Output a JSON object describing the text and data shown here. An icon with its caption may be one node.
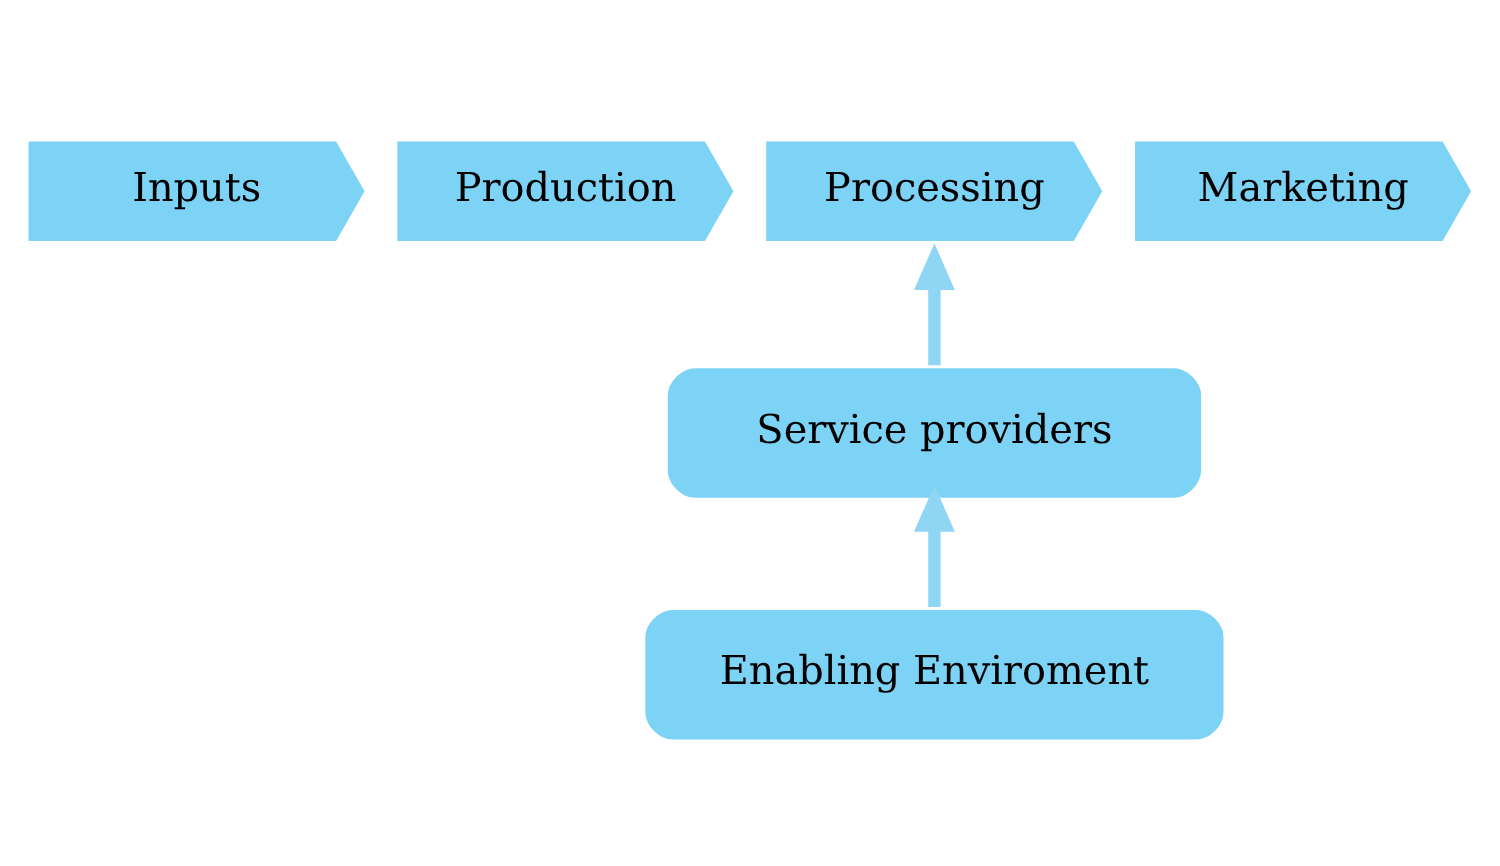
{
  "diagram": {
    "nodes": [
      {
        "text": [
          "Inputs"
        ]
      },
      {
        "text": [
          "Production"
        ]
      },
      {
        "text": [
          "Processing"
        ]
      },
      {
        "text": [
          "Marketing"
        ]
      },
      {
        "text": [
          "Service providers"
        ]
      },
      {
        "text": [
          "Enabling Enviroment"
        ]
      }
    ],
    "edges": [
      {
        "from": 5,
        "to": 4,
        "arrow": "to"
      },
      {
        "from": 4,
        "to": 2,
        "arrow": "to"
      }
    ]
  }
}
